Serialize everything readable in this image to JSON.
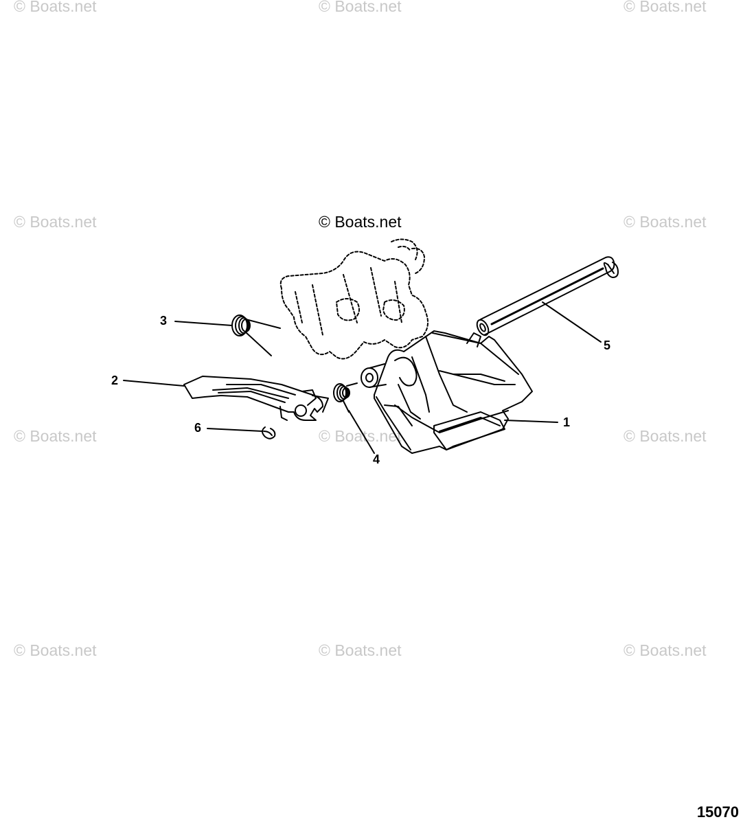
{
  "watermarks": {
    "text": "© Boats.net",
    "center_text": "© Boats.net"
  },
  "callouts": {
    "part_1": "1",
    "part_2": "2",
    "part_3": "3",
    "part_4": "4",
    "part_5": "5",
    "part_6": "6"
  },
  "drawing_number": "15070",
  "colors": {
    "line": "#000000",
    "watermark": "#c8c8c8",
    "background": "#ffffff"
  },
  "icons": {
    "part_1": "cradle-bracket-icon",
    "part_2": "lock-lever-icon",
    "part_3": "torsion-spring-icon",
    "part_4": "torsion-spring-icon",
    "part_5": "pivot-pin-icon",
    "part_6": "retaining-clip-icon"
  }
}
